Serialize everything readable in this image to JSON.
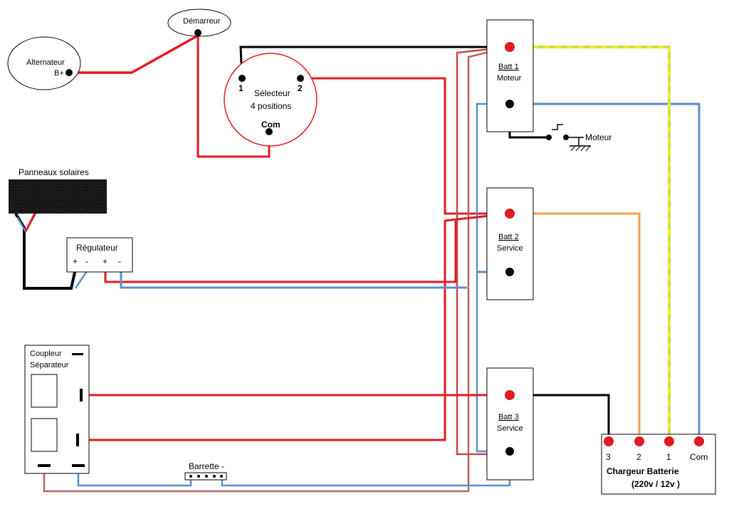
{
  "components": {
    "alternateur": {
      "name": "Alternateur",
      "terminal": "B+"
    },
    "demarreur": {
      "name": "Démarreur"
    },
    "selecteur": {
      "line1": "Sélecteur",
      "line2": "4 positions",
      "pin1": "1",
      "pin2": "2",
      "com": "Com"
    },
    "panneaux": {
      "name": "Panneaux solaires"
    },
    "regulateur": {
      "name": "Régulateur",
      "t1": "+",
      "t2": "-",
      "t3": "+",
      "t4": "-"
    },
    "coupleur": {
      "line1": "Coupleur",
      "line2": "Séparateur"
    },
    "barrette": {
      "name": "Barrette -"
    },
    "moteur": {
      "name": "Moteur"
    },
    "batt1": {
      "line1": "Batt 1",
      "line2": "Moteur"
    },
    "batt2": {
      "line1": "Batt 2",
      "line2": "Service"
    },
    "batt3": {
      "line1": "Batt 3",
      "line2": "Service"
    },
    "chargeur": {
      "t3": "3",
      "t2": "2",
      "t1": "1",
      "tcom": "Com",
      "title": "Chargeur Batterie",
      "subtitle": "(220v / 12v )"
    }
  },
  "colors": {
    "positive": "#e11b22",
    "negative": "#000000",
    "return": "#5b8ec9",
    "charger2": "#f0a050",
    "earth": "#c8e04a",
    "brown": "#b5655a"
  }
}
